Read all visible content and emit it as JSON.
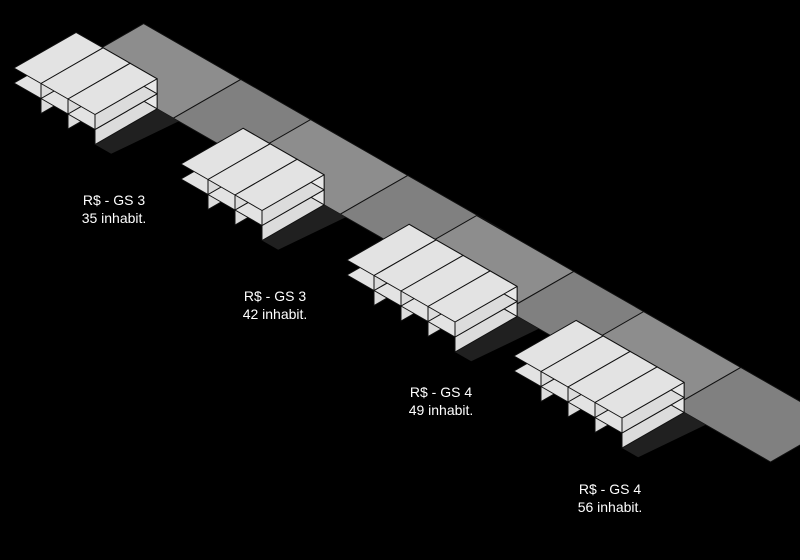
{
  "colors": {
    "background": "#000000",
    "block_top": "#e3e3e3",
    "block_side": "#e8e8e8",
    "block_front": "#dcdcdc",
    "block_edge": "#111111",
    "lot_top_light": "#8d8d8d",
    "lot_top_dark": "#808080",
    "lot_side": "#444444",
    "lot_shadow": "#202020",
    "caption_text": "#ffffff"
  },
  "buildings": [
    {
      "type_label": "R$ - GS 3",
      "inhabitants_label": "35 inhabit.",
      "inhabitants": 35,
      "floors": 3
    },
    {
      "type_label": "R$ - GS 3",
      "inhabitants_label": "42 inhabit.",
      "inhabitants": 42,
      "floors": 3
    },
    {
      "type_label": "R$ - GS 4",
      "inhabitants_label": "49 inhabit.",
      "inhabitants": 49,
      "floors": 4
    },
    {
      "type_label": "R$ - GS 4",
      "inhabitants_label": "56 inhabit.",
      "inhabitants": 56,
      "floors": 4
    }
  ]
}
